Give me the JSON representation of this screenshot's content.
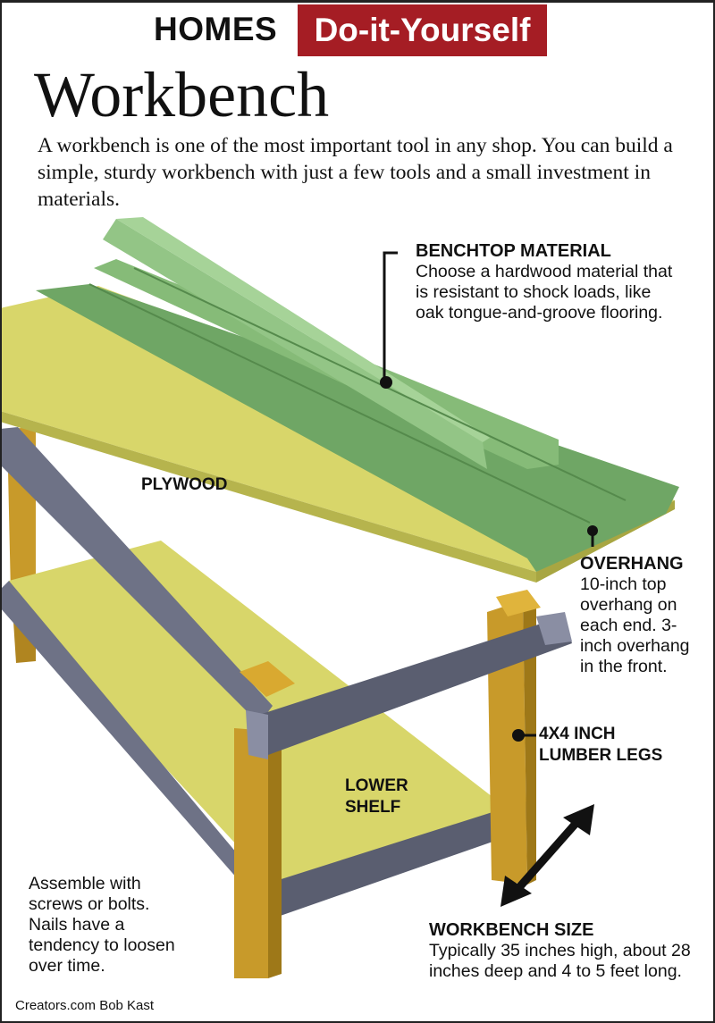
{
  "header": {
    "section": "HOMES",
    "category": "Do-it-Yourself"
  },
  "title": "Workbench",
  "intro": "A workbench is one of the most important tool in any shop. You can build a simple, sturdy workbench with just a few tools and a small investment in materials.",
  "callouts": {
    "benchtop": {
      "heading": "BENCHTOP MATERIAL",
      "body": "Choose a hardwood material that is resistant to shock loads, like oak tongue-and-groove flooring."
    },
    "plywood": "PLYWOOD",
    "overhang": {
      "heading": "OVERHANG",
      "body": "10-inch top overhang on each end. 3-inch overhang in the front."
    },
    "legs": "4X4 INCH LUMBER LEGS",
    "lower_shelf": "LOWER SHELF",
    "size": {
      "heading": "WORKBENCH SIZE",
      "body": "Typically 35 inches high, about 28 inches deep and 4 to 5 feet long."
    },
    "assemble": "Assemble with screws or bolts. Nails have a tendency to loosen over time."
  },
  "credit": "Creators.com Bob Kast",
  "colors": {
    "red": "#a51d24",
    "green": "#6fa665",
    "plywood": "#d8d66a",
    "frame": "#6e7286",
    "leg": "#c89a2a"
  }
}
